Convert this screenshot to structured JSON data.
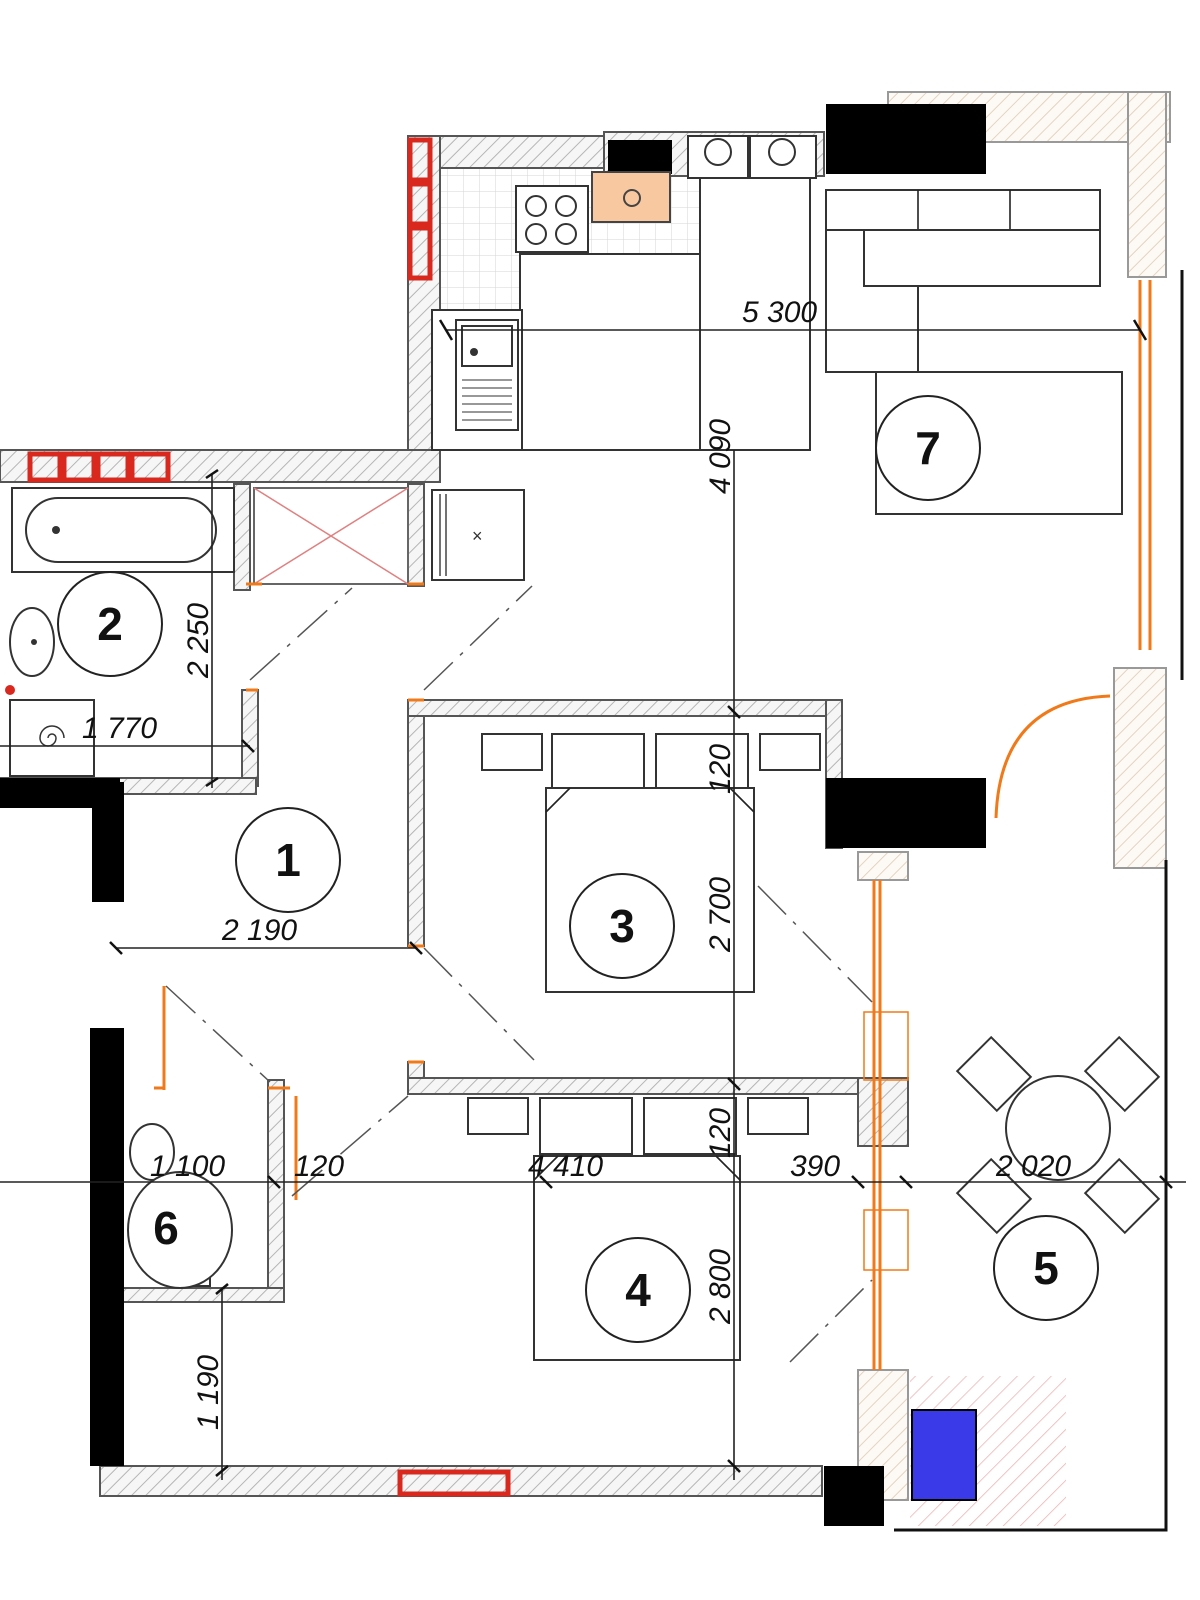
{
  "rooms": [
    {
      "id": "1",
      "label": "1"
    },
    {
      "id": "2",
      "label": "2"
    },
    {
      "id": "3",
      "label": "3"
    },
    {
      "id": "4",
      "label": "4"
    },
    {
      "id": "5",
      "label": "5"
    },
    {
      "id": "6",
      "label": "6"
    },
    {
      "id": "7",
      "label": "7"
    }
  ],
  "dimensions": {
    "d5300": "5 300",
    "d4090": "4 090",
    "d2250": "2 250",
    "d1770": "1 770",
    "d2190": "2 190",
    "d120a": "120",
    "d2700": "2 700",
    "d1100": "1 100",
    "d120b": "120",
    "d4410": "4 410",
    "d120c": "120",
    "d390": "390",
    "d2020": "2 020",
    "d2800": "2 800",
    "d1190": "1 190"
  },
  "colors": {
    "wall_hatch": "#bfbfbf",
    "door_orange": "#f07a1a",
    "radiator_red": "#d9281e",
    "stove_peach": "#f8c8a0",
    "column_black": "#000000",
    "ac_blue": "#3a3ae8"
  }
}
